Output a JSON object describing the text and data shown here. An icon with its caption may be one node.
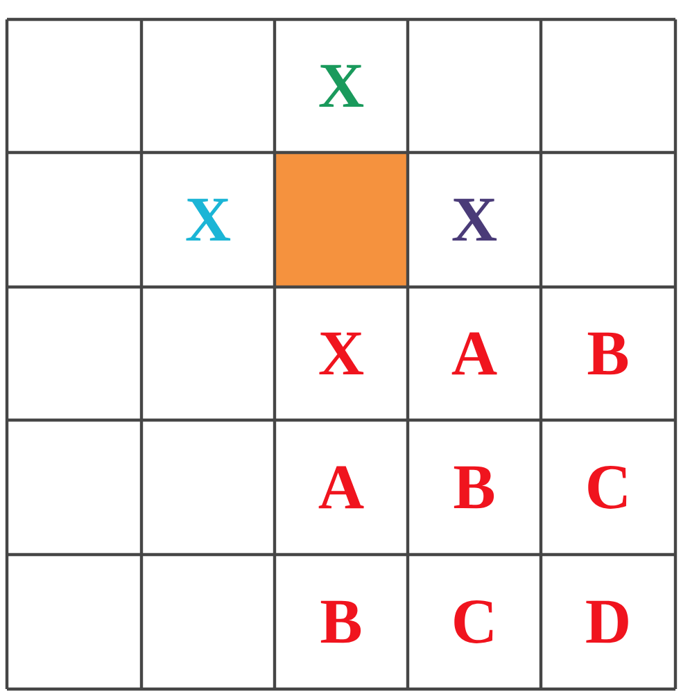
{
  "diagram": {
    "labels": [
      "X",
      "X",
      "X",
      "X",
      "A",
      "B",
      "A",
      "B",
      "C",
      "B",
      "C",
      "D"
    ]
  }
}
